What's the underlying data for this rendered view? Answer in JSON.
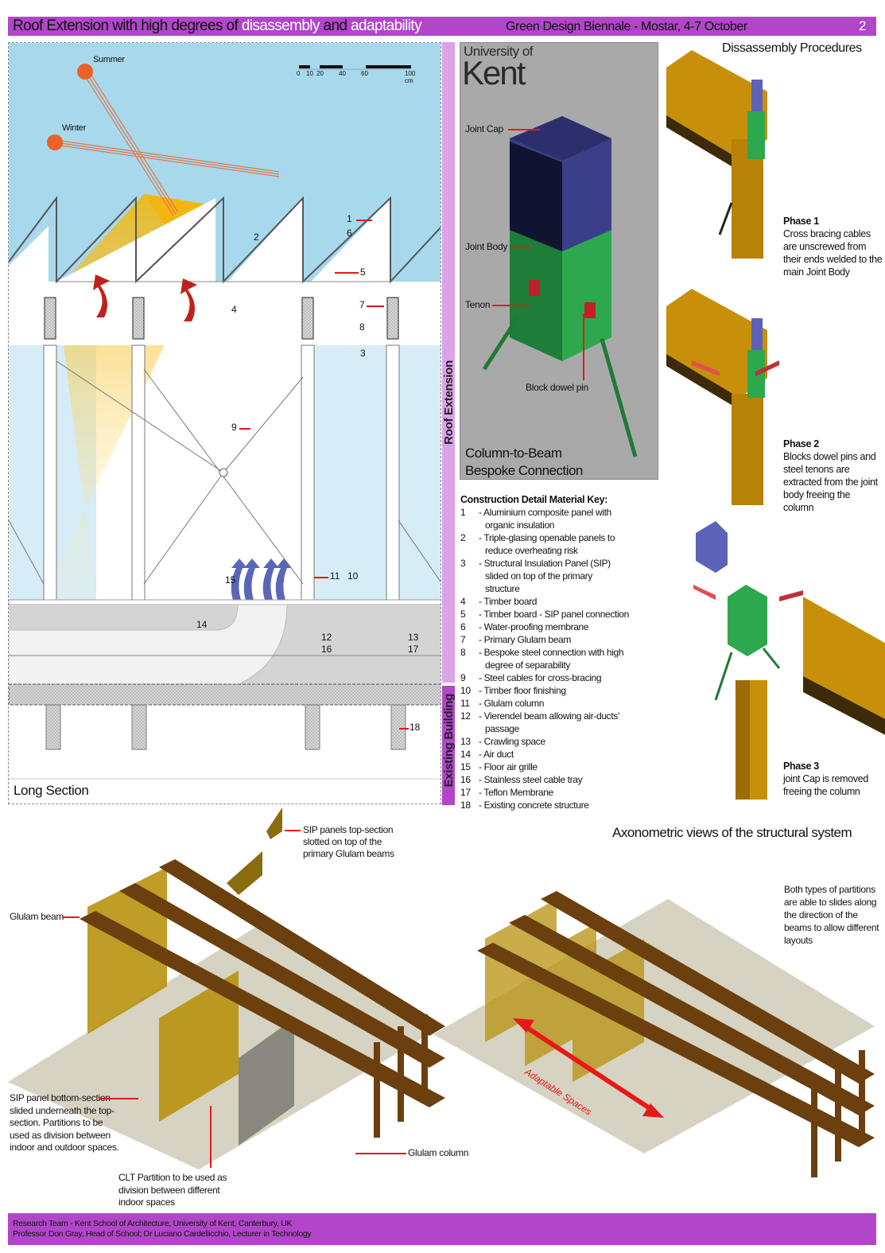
{
  "header": {
    "title_parts": [
      "Roof Extension with high degrees of ",
      "disassembly",
      " and ",
      "adaptability"
    ],
    "event": "Green Design Biennale - Mostar, 4-7 October",
    "page_number": "2"
  },
  "colors": {
    "header_bar": "#b146c9",
    "roof_extension_bar": "#dca2ea",
    "existing_building_bar": "#b146c9",
    "sky": "#a8d8ec",
    "sun": "#e9622a",
    "leader_red": "#e21b1b",
    "timber": "#c8900a",
    "joint_body": "#2ea84e",
    "joint_cap": "#3b3f8a",
    "connector_panel_bg": "#a9a9a9"
  },
  "long_section": {
    "caption": "Long Section",
    "sun_labels": {
      "summer": "Summer",
      "winter": "Winter"
    },
    "scale_bar": {
      "ticks": [
        "0",
        "10",
        "20",
        "40",
        "60"
      ],
      "end_label": "100 cm"
    },
    "callouts": [
      "1",
      "2",
      "3",
      "4",
      "5",
      "6",
      "7",
      "8",
      "9",
      "10",
      "11",
      "12",
      "13",
      "14",
      "15",
      "16",
      "17",
      "18"
    ],
    "side_labels": {
      "roof": "Roof Extension",
      "existing": "Existing Building"
    }
  },
  "connection": {
    "logo_line1": "University of",
    "logo_line2": "Kent",
    "labels": {
      "joint_cap": "Joint Cap",
      "joint_body": "Joint Body",
      "tenon": "Tenon",
      "dowel": "Block dowel pin"
    },
    "caption_line1": "Column-to-Beam",
    "caption_line2": "Bespoke Connection"
  },
  "material_key": {
    "title": "Construction Detail Material Key:",
    "items": [
      {
        "n": "1",
        "lines": [
          "- Aluminium composite panel with",
          "  organic insulation"
        ]
      },
      {
        "n": "2",
        "lines": [
          "- Triple-glasing openable panels to",
          "  reduce overheating risk"
        ]
      },
      {
        "n": "3",
        "lines": [
          "- Structural Insulation Panel (SIP)",
          "  slided on top of the primary",
          "  structure"
        ]
      },
      {
        "n": "4",
        "lines": [
          "- Timber board"
        ]
      },
      {
        "n": "5",
        "lines": [
          "- Timber board - SIP panel connection"
        ]
      },
      {
        "n": "6",
        "lines": [
          "- Water-proofing membrane"
        ]
      },
      {
        "n": "7",
        "lines": [
          "- Primary Glulam beam"
        ]
      },
      {
        "n": "8",
        "lines": [
          "- Bespoke steel connection with high",
          "  degree of separability"
        ]
      },
      {
        "n": "9",
        "lines": [
          "- Steel cables for cross-bracing"
        ]
      },
      {
        "n": "10",
        "lines": [
          "- Timber floor finishing"
        ]
      },
      {
        "n": "11",
        "lines": [
          "- Glulam column"
        ]
      },
      {
        "n": "12",
        "lines": [
          "- Vierendel beam allowing air-ducts'",
          "  passage"
        ]
      },
      {
        "n": "13",
        "lines": [
          "- Crawling space"
        ]
      },
      {
        "n": "14",
        "lines": [
          "- Air duct"
        ]
      },
      {
        "n": "15",
        "lines": [
          "- Floor air grille"
        ]
      },
      {
        "n": "16",
        "lines": [
          "- Stainless steel cable tray"
        ]
      },
      {
        "n": "17",
        "lines": [
          "- Teflon Membrane"
        ]
      },
      {
        "n": "18",
        "lines": [
          "- Existing concrete structure"
        ]
      }
    ]
  },
  "disassembly": {
    "title": "Dissassembly Procedures",
    "phases": [
      {
        "title": "Phase 1",
        "text": "Cross bracing cables are unscrewed from their ends welded to the main Joint Body"
      },
      {
        "title": "Phase 2",
        "text": "Blocks dowel pins and steel tenons are extracted from the joint body freeing the column"
      },
      {
        "title": "Phase 3",
        "text": "joint Cap is removed freeing the column"
      }
    ]
  },
  "axonometric": {
    "title": "Axonometric views of the structural system",
    "labels": {
      "sip_top": "SIP panels top-section slotted on top of the primary Glulam beams",
      "glulam_beam": "Glulam beam",
      "sip_bottom": "SIP panel bottom-section slided underneath the top-section. Partitions to be used as division between indoor and outdoor spaces.",
      "clt": "CLT Partition to be used as division between different indoor spaces",
      "glulam_column": "Glulam column",
      "both_types": "Both types of partitions are able to slides along the direction of the beams to allow different layouts",
      "adaptable": "Adaptable Spaces"
    }
  },
  "footer": {
    "line1": "Research Team - Kent School of Architecture, University of Kent, Canterbury, UK",
    "line2": "Professor Don Gray, Head of School; Dr Luciano Cardellicchio, Lecturer in Technology"
  }
}
